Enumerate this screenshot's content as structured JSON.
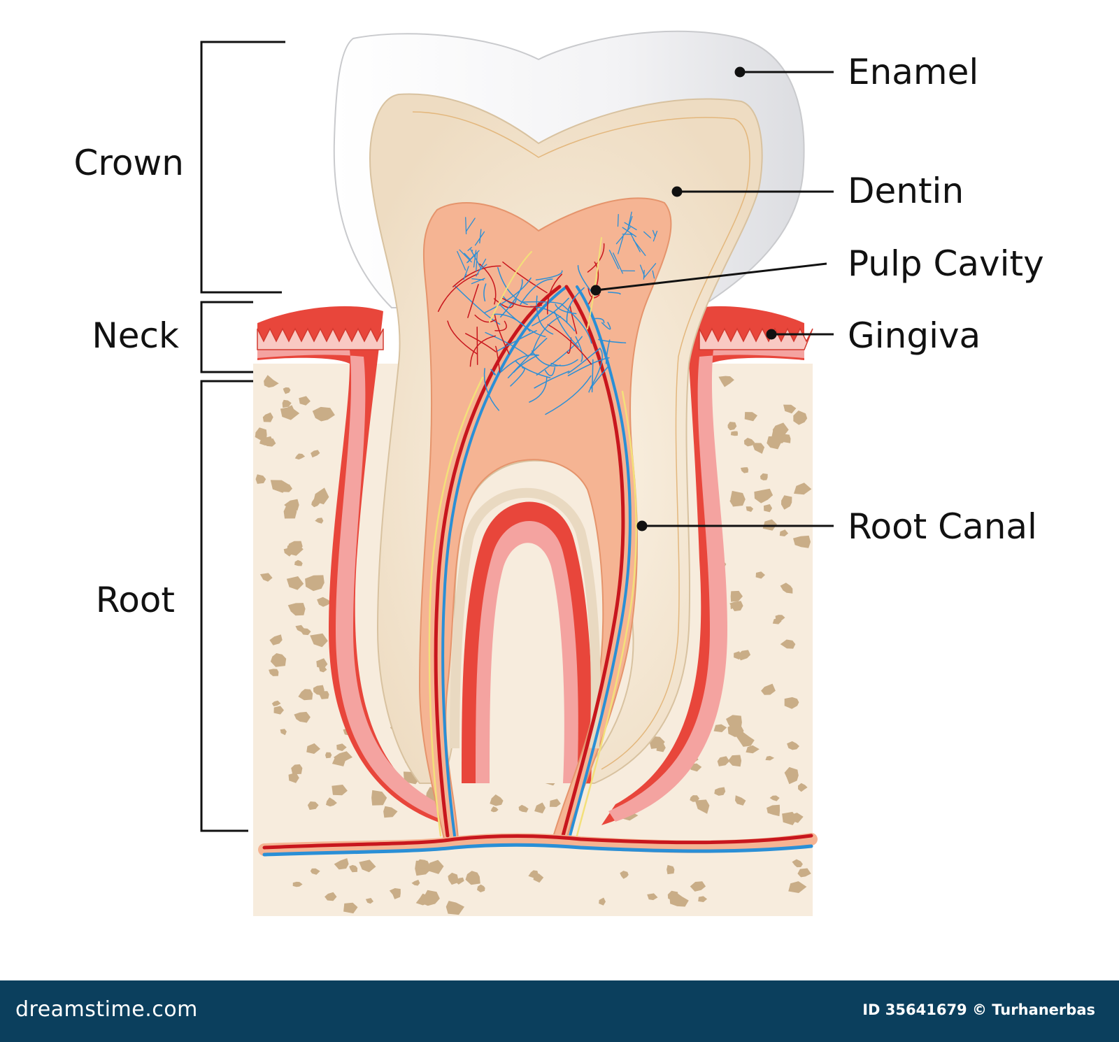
{
  "diagram": {
    "parts": {
      "enamel": "Enamel",
      "dentin": "Dentin",
      "pulp_cavity": "Pulp Cavity",
      "gingiva": "Gingiva",
      "root_canal": "Root Canal"
    },
    "regions": {
      "crown": "Crown",
      "neck": "Neck",
      "root": "Root"
    },
    "colors": {
      "enamel": "#f6f6f7",
      "dentin": "#f0e2cc",
      "pulp": "#f5b493",
      "gum_red": "#e8463b",
      "gum_pink": "#f4a3a0",
      "bone": "#f7ecdd",
      "bone_pore": "#c9ad87",
      "artery": "#c8161d",
      "vein": "#2a8fd6",
      "nerve": "#f3e07a"
    }
  },
  "footer": {
    "brand": "dreamstime.com",
    "credit": "ID 35641679 © Turhanerbas",
    "background": "#0b3f5d"
  }
}
